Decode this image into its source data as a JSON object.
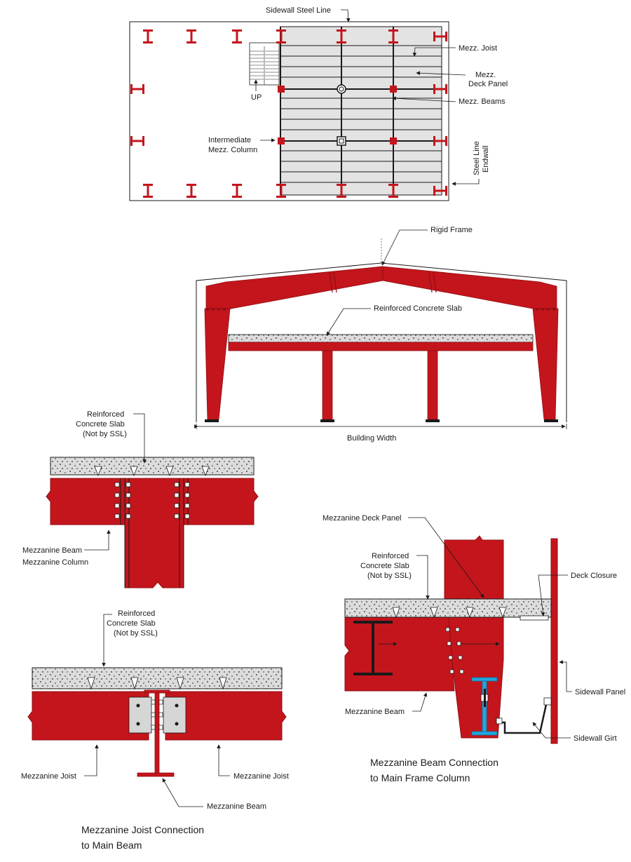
{
  "colors": {
    "steel": "#c4151c",
    "steel_dark": "#8e0e13",
    "concrete": "#dcdcdc",
    "panel": "#e3e3e3",
    "blue_girt": "#22a6dd",
    "line": "#1a1a1a"
  },
  "plan": {
    "labels": {
      "sidewall_steel_line": "Sidewall Steel Line",
      "mezz_joist": "Mezz. Joist",
      "deck_panel_1": "Mezz.",
      "deck_panel_2": "Deck Panel",
      "mezz_beams": "Mezz. Beams",
      "int_col_1": "Intermediate",
      "int_col_2": "Mezz. Column",
      "endwall_1": "Steel Line",
      "endwall_2": "Endwall",
      "up": "UP"
    }
  },
  "frame": {
    "labels": {
      "rigid_frame": "Rigid Frame",
      "slab": "Reinforced Concrete Slab",
      "building_width": "Building Width"
    }
  },
  "detail_column": {
    "labels": {
      "slab_1": "Reinforced",
      "slab_2": "Concrete Slab",
      "slab_3": "(Not by SSL)",
      "beam": "Mezzanine Beam",
      "column": "Mezzanine Column"
    }
  },
  "detail_joist": {
    "labels": {
      "slab_1": "Reinforced",
      "slab_2": "Concrete Slab",
      "slab_3": "(Not by SSL)",
      "joist_left": "Mezzanine Joist",
      "joist_right": "Mezzanine Joist",
      "beam": "Mezzanine Beam"
    },
    "caption_1": "Mezzanine Joist  Connection",
    "caption_2": "to Main Beam"
  },
  "detail_frame_col": {
    "labels": {
      "deck_panel": "Mezzanine Deck Panel",
      "slab_1": "Reinforced",
      "slab_2": "Concrete Slab",
      "slab_3": "(Not by SSL)",
      "deck_closure": "Deck Closure",
      "beam": "Mezzanine Beam",
      "sidewall_panel": "Sidewall Panel",
      "sidewall_girt": "Sidewall Girt"
    },
    "caption_1": "Mezzanine Beam Connection",
    "caption_2": "to Main Frame Column"
  }
}
